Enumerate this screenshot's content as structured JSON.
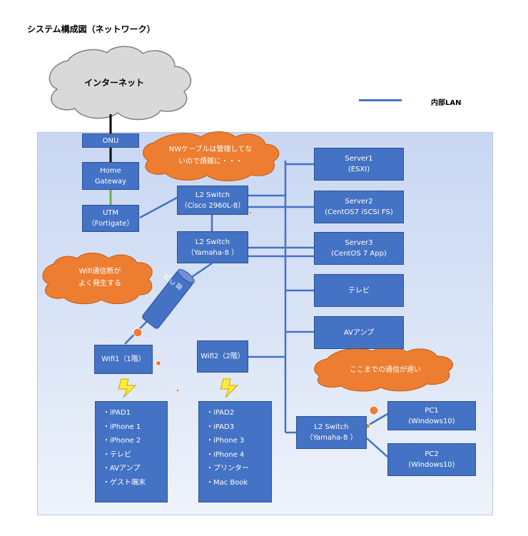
{
  "title": "システム構成図（ネットワーク）",
  "legend": {
    "label": "内部LAN"
  },
  "internet": "インターネット",
  "onu": "ONU",
  "home_gateway": [
    "Home",
    "Gateway"
  ],
  "utm": [
    "UTM",
    "（Fortigate）"
  ],
  "l2_cisco": [
    "L2 Switch",
    "（Cisco 2960L-8）"
  ],
  "l2_yamaha": [
    "L2 Switch",
    "（Yamaha-8 ）"
  ],
  "l2_yamaha2": [
    "L2 Switch",
    "（Yamaha-8 ）"
  ],
  "server1": [
    "Server1",
    "(ESXI)"
  ],
  "server2": [
    "Server2",
    "(CentOS7 iSCSI FS)"
  ],
  "server3": [
    "Server3",
    "(CentOS 7 App)"
  ],
  "tv": "テレビ",
  "av_amp": "AVアンプ",
  "pc1": [
    "PC1",
    "(Windows10)"
  ],
  "pc2": [
    "PC2",
    "(Windows10)"
  ],
  "wifi1": "Wifi1（1階）",
  "wifi2": "Wifi2（2階）",
  "plc": "PLC部",
  "notes": {
    "nw_cable": [
      "NWケーブルは管理してな",
      "いので煩雑に・・・"
    ],
    "wifi": [
      "Wifi通信断が",
      "よく発生する"
    ],
    "slow": "ここまでの通信が遅い"
  },
  "wifi1_devices": [
    "・iPAD1",
    "・iPhone 1",
    "・iPhone 2",
    "・テレビ",
    "・AVアンプ",
    "・ゲスト端末"
  ],
  "wifi2_devices": [
    "・iPAD2",
    "・iPAD3",
    "・iPhone 3",
    "・iPhone 4",
    "・プリンター",
    "・Mac Book"
  ]
}
